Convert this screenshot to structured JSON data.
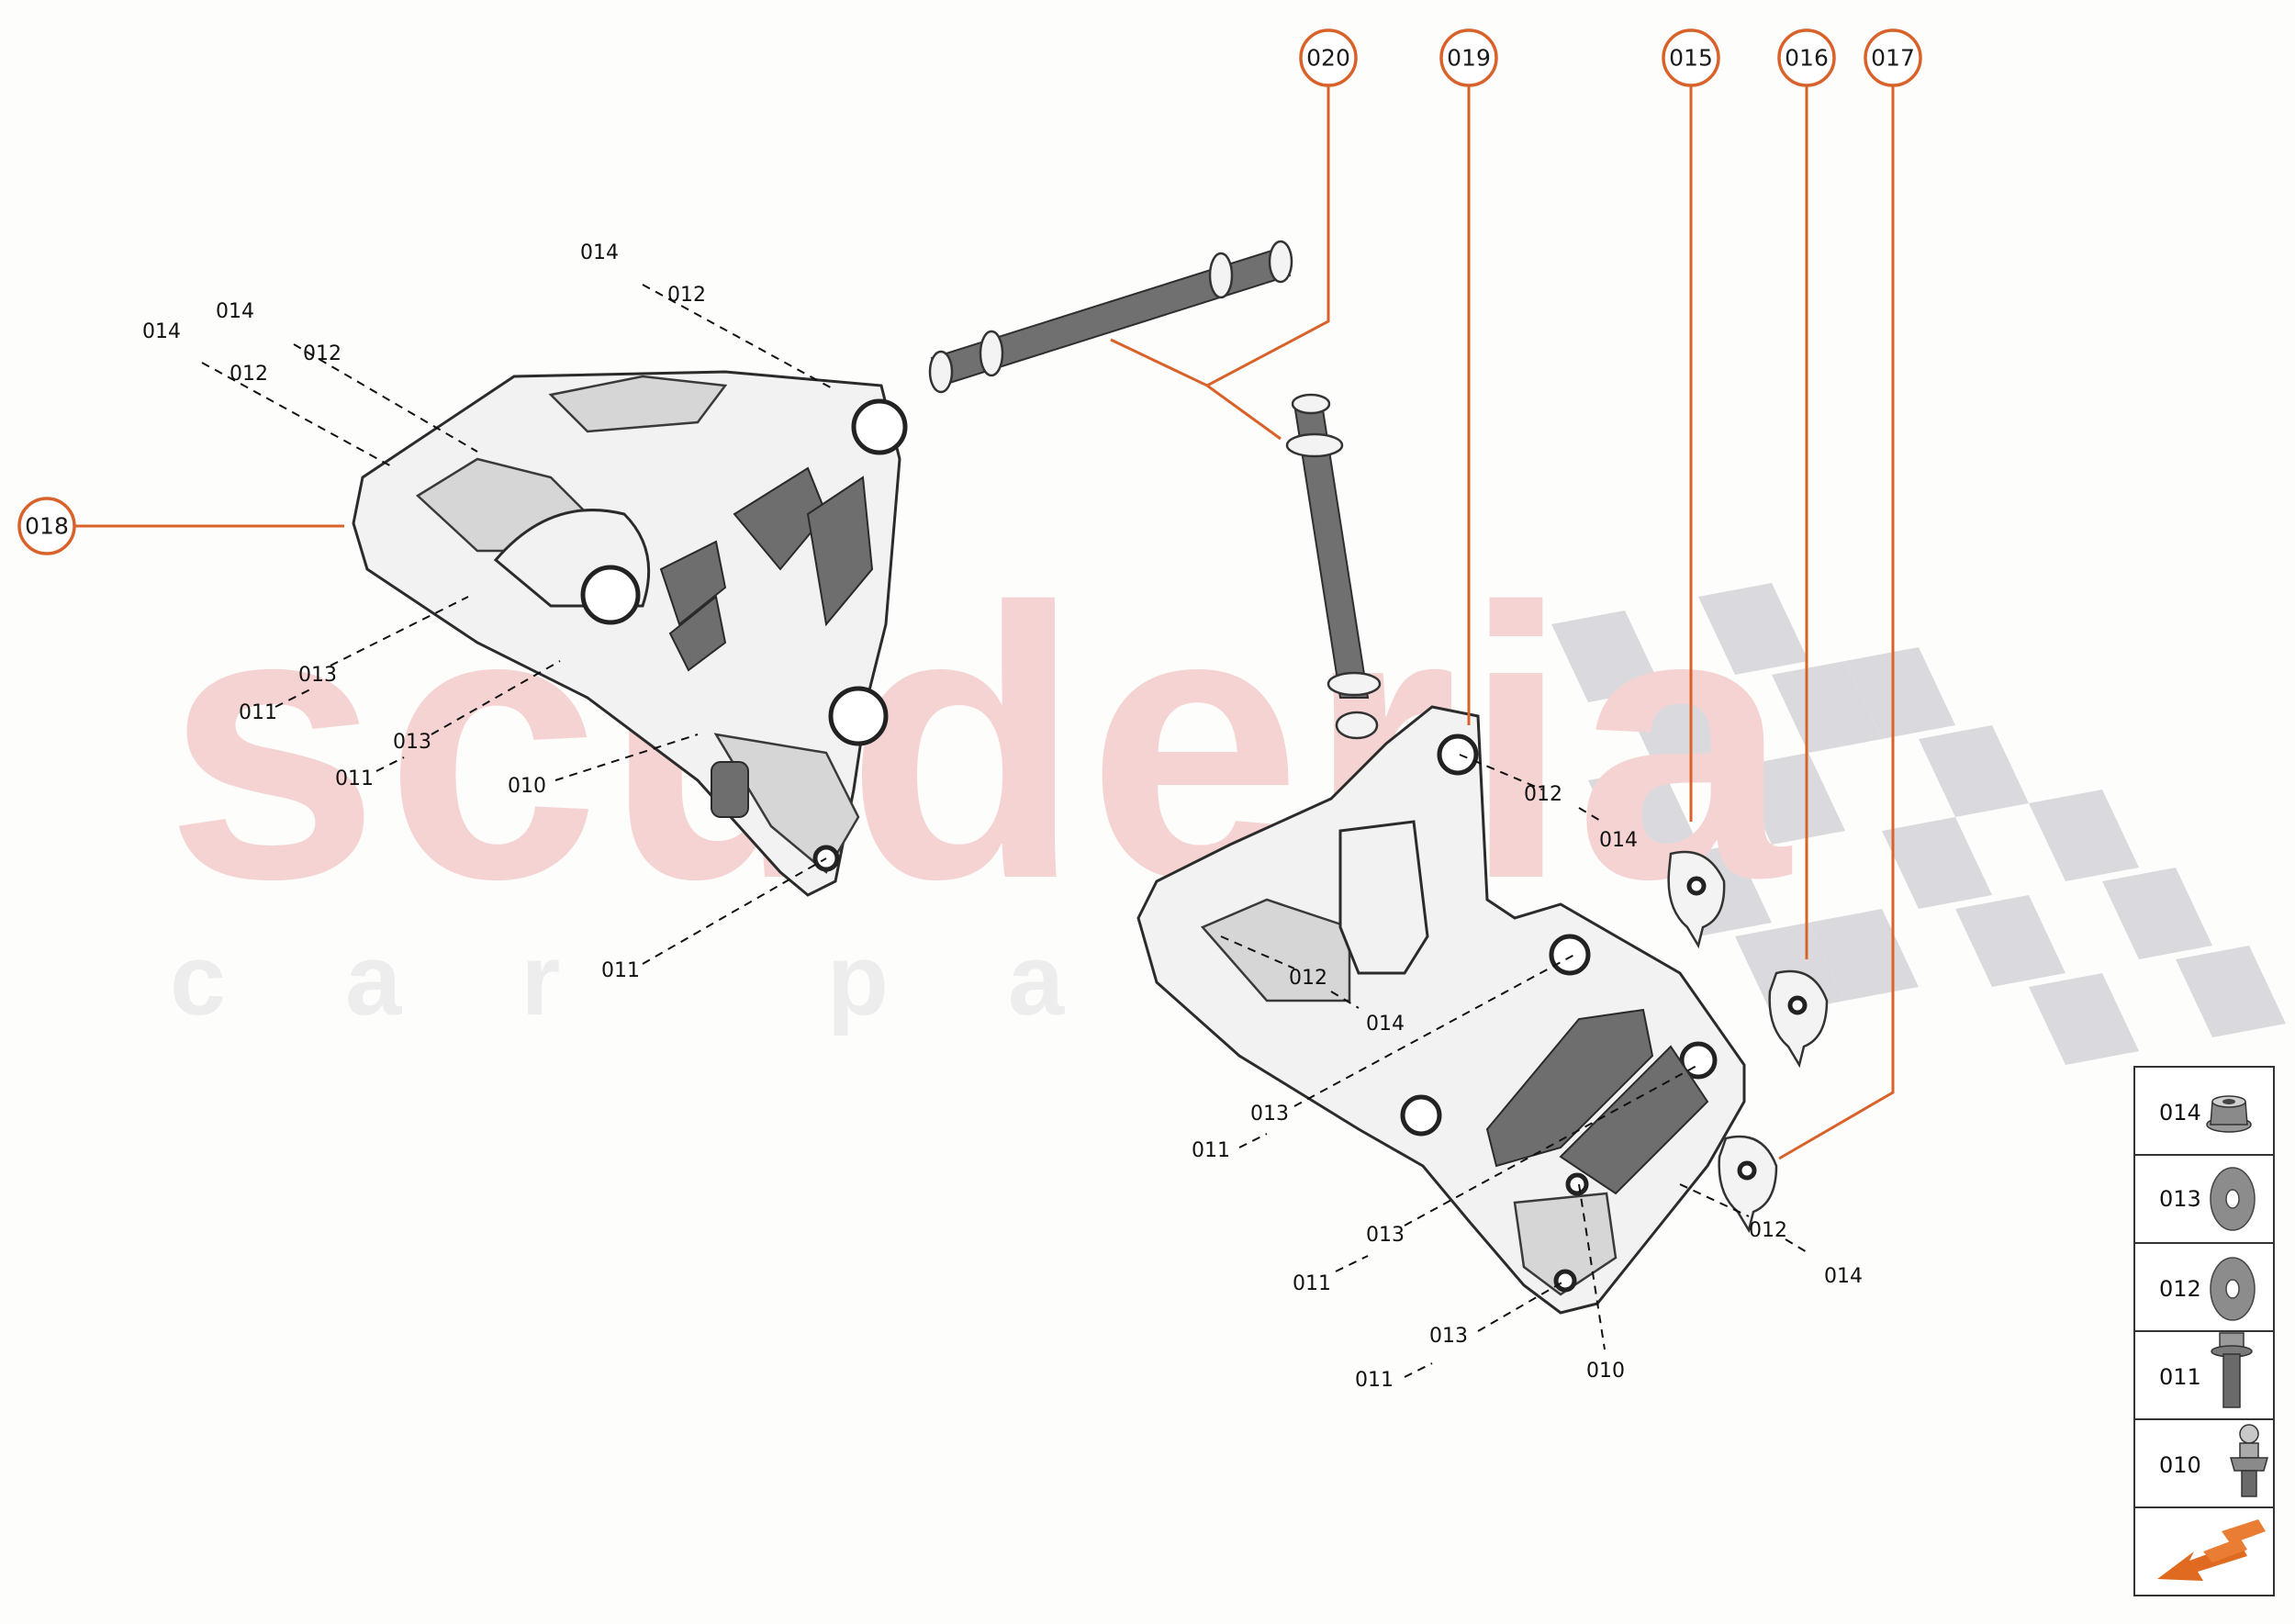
{
  "watermark": {
    "brand": "scuderia",
    "tagline": "car parts"
  },
  "callouts": [
    {
      "id": "020",
      "label": "020"
    },
    {
      "id": "019",
      "label": "019"
    },
    {
      "id": "015",
      "label": "015"
    },
    {
      "id": "016",
      "label": "016"
    },
    {
      "id": "017",
      "label": "017"
    },
    {
      "id": "018",
      "label": "018"
    }
  ],
  "labels": {
    "left": [
      "014",
      "012",
      "014",
      "012",
      "014",
      "012",
      "013",
      "011",
      "013",
      "011",
      "010",
      "011"
    ],
    "right": [
      "012",
      "014",
      "012",
      "014",
      "013",
      "011",
      "013",
      "011",
      "012",
      "014",
      "013",
      "011",
      "010"
    ]
  },
  "legend": {
    "items": [
      {
        "code": "014",
        "icon": "flange-nut-icon"
      },
      {
        "code": "013",
        "icon": "washer-icon"
      },
      {
        "code": "012",
        "icon": "washer-icon"
      },
      {
        "code": "011",
        "icon": "flange-bolt-icon"
      },
      {
        "code": "010",
        "icon": "ball-stud-icon"
      }
    ],
    "nav_icon": "orange-arrow-icon"
  },
  "colors": {
    "accent": "#d9622b",
    "watermark": "#f6d3d3"
  }
}
